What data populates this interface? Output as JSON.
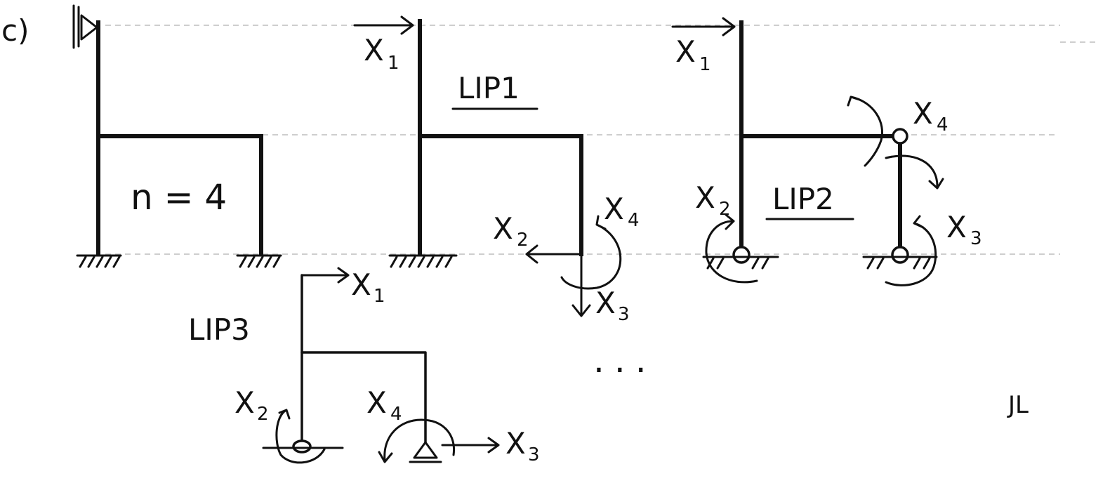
{
  "diagram": {
    "part_label": "c)",
    "n_label": "n = 4",
    "lip_labels": [
      "LIP1",
      "LIP2",
      "LIP3"
    ],
    "unknowns": {
      "x1": {
        "main": "X",
        "sub": "1"
      },
      "x2": {
        "main": "X",
        "sub": "2"
      },
      "x3": {
        "main": "X",
        "sub": "3"
      },
      "x4": {
        "main": "X",
        "sub": "4"
      }
    },
    "ellipsis": "...",
    "signature": "JL"
  }
}
